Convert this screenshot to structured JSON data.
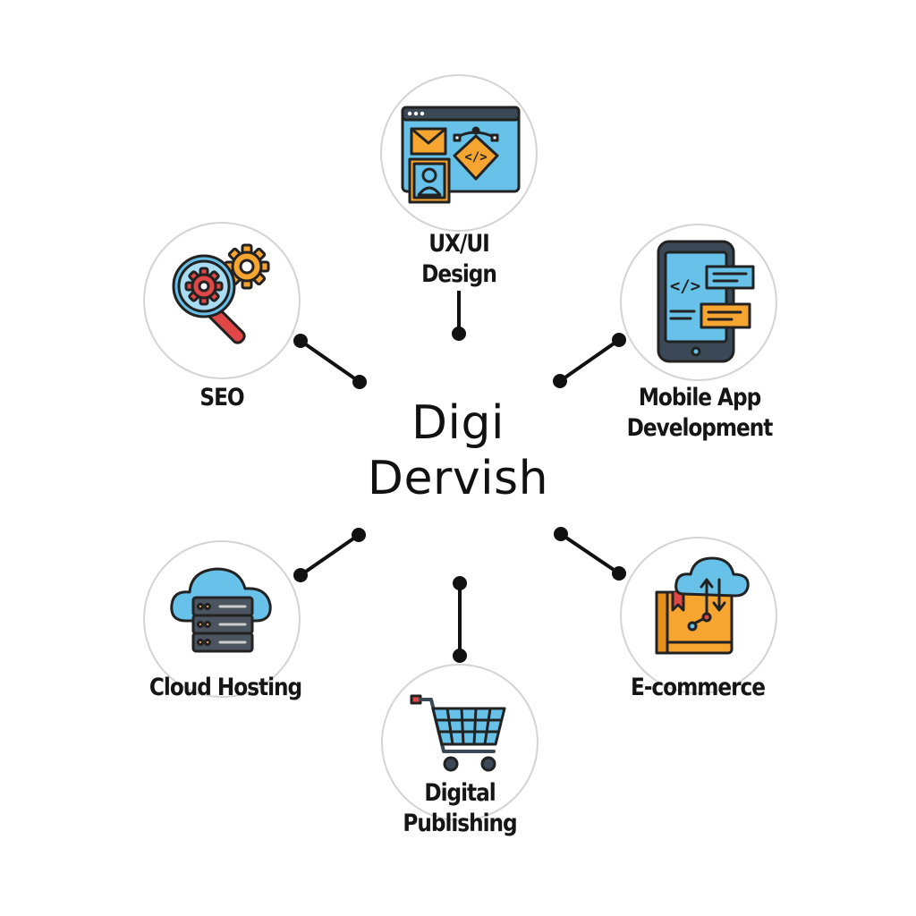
{
  "center": {
    "line1": "Digi",
    "line2": "Dervish"
  },
  "nodes": {
    "uxui": {
      "line1": "UX/UI",
      "line2": "Design",
      "icon": "browser-design-icon"
    },
    "mobile": {
      "line1": "Mobile App",
      "line2": "Development",
      "icon": "smartphone-code-icon"
    },
    "seo": {
      "line1": "SEO",
      "icon": "magnifier-gear-icon"
    },
    "cloud": {
      "line1": "Cloud Hosting",
      "icon": "cloud-server-icon"
    },
    "digital": {
      "line1": "Digital",
      "line2": "Publishing",
      "icon": "shopping-cart-icon"
    },
    "ecommerce": {
      "line1": "E-commerce",
      "icon": "cloud-book-icon"
    }
  },
  "colors": {
    "line": "#111111",
    "circle_border": "#d4d4d4",
    "blue": "#67c1e8",
    "orange": "#f6a531",
    "red": "#e04848",
    "dark": "#333940"
  }
}
